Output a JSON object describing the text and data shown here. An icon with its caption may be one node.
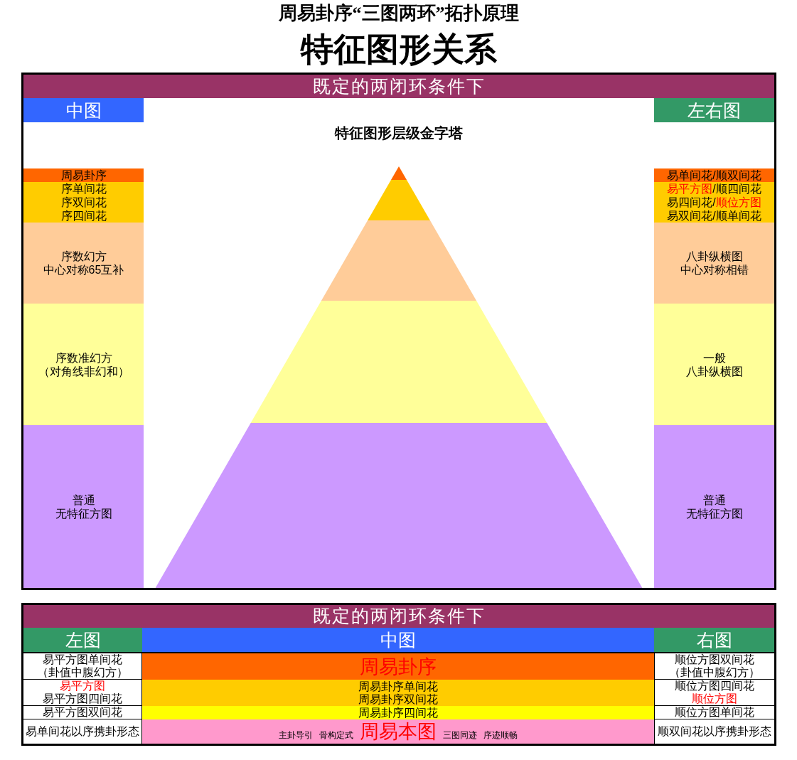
{
  "diagram": {
    "title": "周易卦序“三图两环”拓扑原理",
    "nodes": [
      {
        "text": [
          "既定的两闭环条件下"
        ]
      },
      {
        "text": [
          "中图"
        ],
        "in": 0
      },
      {
        "text": [
          "左右图"
        ],
        "in": 0
      },
      {
        "text": [
          "周易卦序"
        ],
        "in": 0
      },
      {
        "text": [
          "易单间花/顺双间花"
        ],
        "in": 0
      },
      {
        "text": [
          "序单间花",
          "序双间花",
          "序四间花"
        ],
        "in": 0
      },
      {
        "text": [
          "易平方图/顺四间花",
          "易四间花/顺位方图",
          "易双间花/顺单间花"
        ],
        "in": 0
      },
      {
        "text": [
          "序数幻方",
          "中心对称65互补"
        ],
        "in": 0
      },
      {
        "text": [
          "八卦纵横图",
          "中心对称相错"
        ],
        "in": 0
      },
      {
        "text": [
          "序数准幻方",
          "（对角线非幻和）"
        ],
        "in": 0
      },
      {
        "text": [
          "一般",
          "八卦纵横图"
        ],
        "in": 0
      },
      {
        "text": [
          "普通",
          "无特征方图"
        ],
        "in": 0
      },
      {
        "text": [
          "普通",
          "无特征方图"
        ],
        "in": 0
      },
      {
        "text": [],
        "shape": "triangle",
        "in": 0
      },
      {
        "text": [],
        "shape": "trapezoid",
        "in": 0
      },
      {
        "text": [],
        "shape": "trapezoid",
        "in": 0
      },
      {
        "text": [],
        "shape": "trapezoid",
        "in": 0
      },
      {
        "text": [],
        "shape": "trapezoid",
        "in": 0
      },
      {
        "text": [
          "既定的两闭环条件下"
        ]
      },
      {
        "text": [
          "左图"
        ],
        "in": 18
      },
      {
        "text": [
          "中图"
        ],
        "in": 18
      },
      {
        "text": [
          "右图"
        ],
        "in": 18
      },
      {
        "text": [
          "易平方图单间花",
          "（卦值中腹幻方）"
        ],
        "in": 18
      },
      {
        "text": [
          "周易卦序"
        ],
        "in": 18
      },
      {
        "text": [
          "顺位方图双间花",
          "（卦值中腹幻方）"
        ],
        "in": 18
      },
      {
        "text": [
          "易平方图",
          "易平方图四间花"
        ],
        "in": 18
      },
      {
        "text": [
          "周易卦序单间花",
          "周易卦序双间花"
        ],
        "in": 18
      },
      {
        "text": [
          "顺位方图四间花",
          "顺位方图"
        ],
        "in": 18
      },
      {
        "text": [
          "易平方图双间花"
        ],
        "in": 18
      },
      {
        "text": [
          "周易卦序四间花"
        ],
        "in": 18
      },
      {
        "text": [
          "顺位方图单间花"
        ],
        "in": 18
      },
      {
        "text": [
          "易单间花以序携卦形态"
        ],
        "in": 18
      },
      {
        "text": [
          "主卦导引",
          "骨构定式",
          "周易本图",
          "三图同迹",
          "序迹顺畅"
        ],
        "in": 18
      },
      {
        "text": [
          "顺双间花以序携卦形态"
        ],
        "in": 18
      }
    ],
    "labels": [
      "特征图形关系",
      "特征图形层级金字塔"
    ]
  }
}
